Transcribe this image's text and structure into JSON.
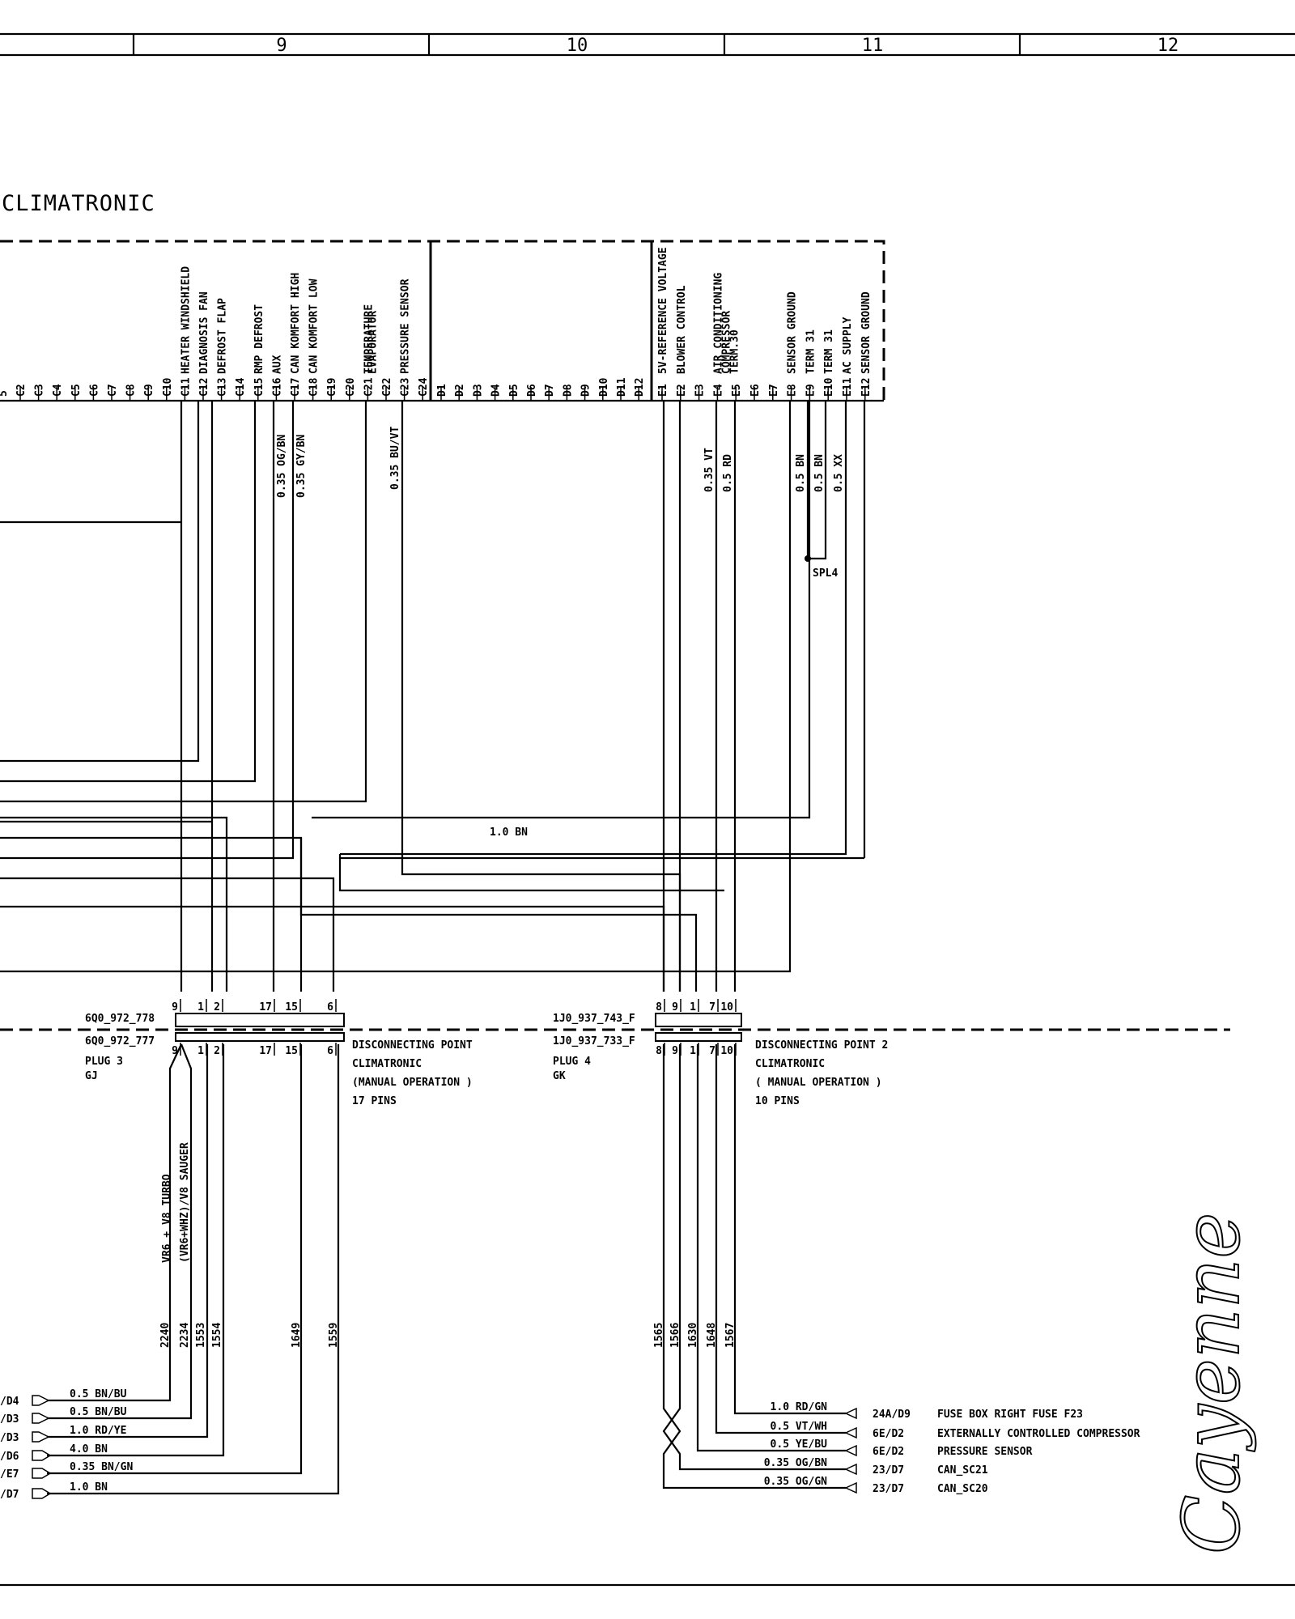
{
  "header": {
    "columns": [
      "9",
      "10",
      "11",
      "12"
    ]
  },
  "module_title": "CLIMATRONIC",
  "c_pins": [
    "C2",
    "C3",
    "C4",
    "C5",
    "C6",
    "C7",
    "C8",
    "C9",
    "C10",
    "C11",
    "C12",
    "C13",
    "C14",
    "C15",
    "C16",
    "C17",
    "C18",
    "C19",
    "C20",
    "C21",
    "C22",
    "C23",
    "C24"
  ],
  "c_pin_first_fragment": "5",
  "c_functions": [
    {
      "pin": "C11",
      "label": "HEATER WINDSHIELD"
    },
    {
      "pin": "C12",
      "label": "DIAGNOSIS FAN"
    },
    {
      "pin": "C13",
      "label": "DEFROST FLAP"
    },
    {
      "pin": "C15",
      "label": "RMP DEFROST"
    },
    {
      "pin": "C16",
      "label": "AUX"
    },
    {
      "pin": "C17",
      "label": "CAN KOMFORT HIGH"
    },
    {
      "pin": "C18",
      "label": "CAN KOMFORT LOW"
    },
    {
      "pin": "C21",
      "label": "TEMPERATURE"
    },
    {
      "pin": "C21",
      "label": "EVAPORATOR"
    },
    {
      "pin": "C23",
      "label": "PRESSURE SENSOR"
    }
  ],
  "d_pins": [
    "D1",
    "D2",
    "D3",
    "D4",
    "D5",
    "D6",
    "D7",
    "D8",
    "D9",
    "D10",
    "D11",
    "D12"
  ],
  "e_pins": [
    "E1",
    "E2",
    "E3",
    "E4",
    "E5",
    "E6",
    "E7",
    "E8",
    "E9",
    "E10",
    "E11",
    "E12"
  ],
  "e_functions": [
    {
      "pin": "E1",
      "label": "5V-REFERENCE VOLTAGE"
    },
    {
      "pin": "E2",
      "label": "BLOWER CONTROL"
    },
    {
      "pin": "E4",
      "label": "AIR CONDITIONING"
    },
    {
      "pin": "E4",
      "label": "COMPRESSOR"
    },
    {
      "pin": "E4",
      "label": "TERM.30"
    },
    {
      "pin": "E8",
      "label": "SENSOR GROUND"
    },
    {
      "pin": "E9",
      "label": "TERM 31"
    },
    {
      "pin": "E10",
      "label": "TERM 31"
    },
    {
      "pin": "E11",
      "label": "AC SUPPLY"
    },
    {
      "pin": "E12",
      "label": "SENSOR GROUND"
    }
  ],
  "wire_labels": {
    "c17": "0.35 OG/BN",
    "c18": "0.35 GY/BN",
    "c23": "0.35 BU/VT",
    "e4": "0.35 VT",
    "e5": "0.5 RD",
    "e8": "0.5 BN",
    "e9": "0.5 BN",
    "e11": "0.5 XX",
    "ground_bus": "1.0 BN"
  },
  "splice": "SPL4",
  "plug3": {
    "part_top": "6Q0_972_778",
    "part_bottom": "6Q0_972_777",
    "plug": "PLUG 3",
    "code": "GJ",
    "pins_top": [
      "9",
      "1",
      "2",
      "17",
      "15",
      "6"
    ],
    "pins_bottom": [
      "9",
      "1",
      "2",
      "17",
      "15",
      "6"
    ],
    "desc": [
      "DISCONNECTING POINT",
      "CLIMATRONIC",
      "(MANUAL OPERATION )",
      "17 PINS"
    ]
  },
  "plug4": {
    "part_top": "1J0_937_743_F",
    "part_bottom": "1J0_937_733_F",
    "plug": "PLUG 4",
    "code": "GK",
    "pins_top": [
      "8",
      "9",
      "1",
      "7",
      "10"
    ],
    "pins_bottom": [
      "8",
      "9",
      "1",
      "7",
      "10"
    ],
    "desc": [
      "DISCONNECTING POINT 2",
      "CLIMATRONIC",
      "( MANUAL OPERATION )",
      "10 PINS"
    ]
  },
  "variant_labels": [
    "VR6 + V8 TURBO",
    "(VR6+WHZ)/V8 SAUGER"
  ],
  "left_wire_numbers": [
    "2240",
    "2234",
    "1553",
    "1554",
    "1649",
    "1559"
  ],
  "right_wire_numbers": [
    "1565",
    "1566",
    "1630",
    "1648",
    "1567"
  ],
  "left_outputs": [
    {
      "ref": "/D4",
      "label": "0.5 BN/BU"
    },
    {
      "ref": "/D3",
      "label": "0.5 BN/BU"
    },
    {
      "ref": "/D3",
      "label": "1.0 RD/YE"
    },
    {
      "ref": "/D6",
      "label": "4.0 BN"
    },
    {
      "ref": "/E7",
      "label": "0.35 BN/GN"
    },
    {
      "ref": "/D7",
      "label": "1.0 BN"
    }
  ],
  "right_outputs": [
    {
      "wire": "1.0 RD/GN",
      "ref": "24A/D9",
      "desc": "FUSE BOX RIGHT FUSE F23"
    },
    {
      "wire": "0.5 VT/WH",
      "ref": "6E/D2",
      "desc": "EXTERNALLY CONTROLLED COMPRESSOR"
    },
    {
      "wire": "0.5 YE/BU",
      "ref": "6E/D2",
      "desc": "PRESSURE SENSOR"
    },
    {
      "wire": "0.35 OG/BN",
      "ref": "23/D7",
      "desc": "CAN_SC21"
    },
    {
      "wire": "0.35 OG/GN",
      "ref": "23/D7",
      "desc": "CAN_SC20"
    }
  ],
  "brand": "Cayenne"
}
